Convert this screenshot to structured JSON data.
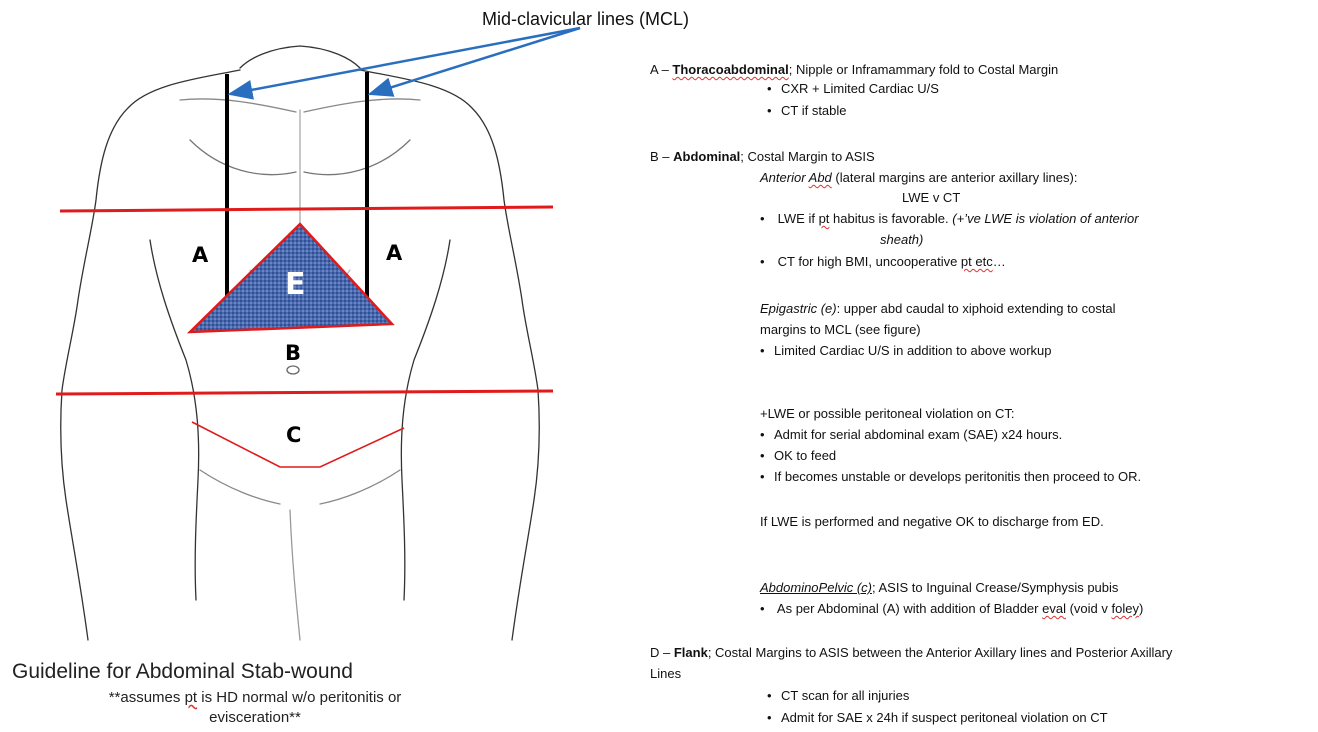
{
  "figure": {
    "mcl_title": "Mid-clavicular lines (MCL)",
    "labels": {
      "a_left": "A",
      "a_right": "A",
      "e": "E",
      "b": "B",
      "c": "C"
    },
    "colors": {
      "zone_line": "#e01b1b",
      "mcl_arrow": "#2a6fbf",
      "epigastric_fill": "#3d5ea8",
      "outline": "#333333"
    }
  },
  "guideline": {
    "title": "Guideline for Abdominal Stab-wound",
    "subtitle_pre": "**assumes ",
    "subtitle_pt": "pt",
    "subtitle_post": " is HD normal w/o peritonitis or",
    "subtitle_line2": "evisceration**"
  },
  "notes": {
    "a_prefix": "A – ",
    "a_name": "Thoracoabdominal",
    "a_desc": "; Nipple or Inframammary fold to Costal Margin",
    "a_bullets": [
      "CXR + Limited Cardiac U/S",
      "CT if stable"
    ],
    "b_prefix": "B – ",
    "b_name": "Abdominal",
    "b_desc": "; Costal Margin to ASIS",
    "ant_label_1": "Anterior ",
    "ant_label_2": "Abd",
    "ant_desc": " (lateral margins are anterior axillary lines):",
    "lwe_v_ct": "LWE v CT",
    "lwe_b1_pre": "LWE if ",
    "lwe_b1_pt": "pt",
    "lwe_b1_mid": " habitus is favorable.  ",
    "lwe_b1_note": "(+’ve LWE is violation of anterior",
    "lwe_b1_note2": "sheath)",
    "lwe_b2_pre": "CT for high BMI, uncooperative ",
    "lwe_b2_pt": "pt etc",
    "lwe_b2_post": "…",
    "epi_label": "Epigastric (e)",
    "epi_desc": ": upper abd caudal to xiphoid extending to costal",
    "epi_desc2": "margins to MCL (see figure)",
    "epi_bullet": "Limited Cardiac U/S in addition to above workup",
    "pos_header": "+LWE or possible peritoneal violation on CT:",
    "pos_bullets": [
      "Admit for serial abdominal exam (SAE) x24 hours.",
      "OK to feed",
      "If becomes unstable or develops peritonitis then  proceed to OR."
    ],
    "neg_line": "If LWE is performed and negative OK to discharge from ED.",
    "ap_label": "AbdominoPelvic (c)",
    "ap_desc": "; ASIS to Inguinal Crease/Symphysis pubis",
    "ap_bullet_pre": "As per Abdominal (A) with addition of Bladder ",
    "ap_bullet_eval": "eval",
    "ap_bullet_mid": " (void v ",
    "ap_bullet_foley": "foley",
    "ap_bullet_post": ")",
    "d_prefix": "D – ",
    "d_name": "Flank",
    "d_desc": "; Costal Margins to ASIS between the Anterior Axillary lines and Posterior Axillary",
    "d_desc2": "Lines",
    "d_bullets": [
      "CT scan for all injuries",
      "Admit for SAE x 24h if suspect peritoneal violation on CT"
    ]
  }
}
